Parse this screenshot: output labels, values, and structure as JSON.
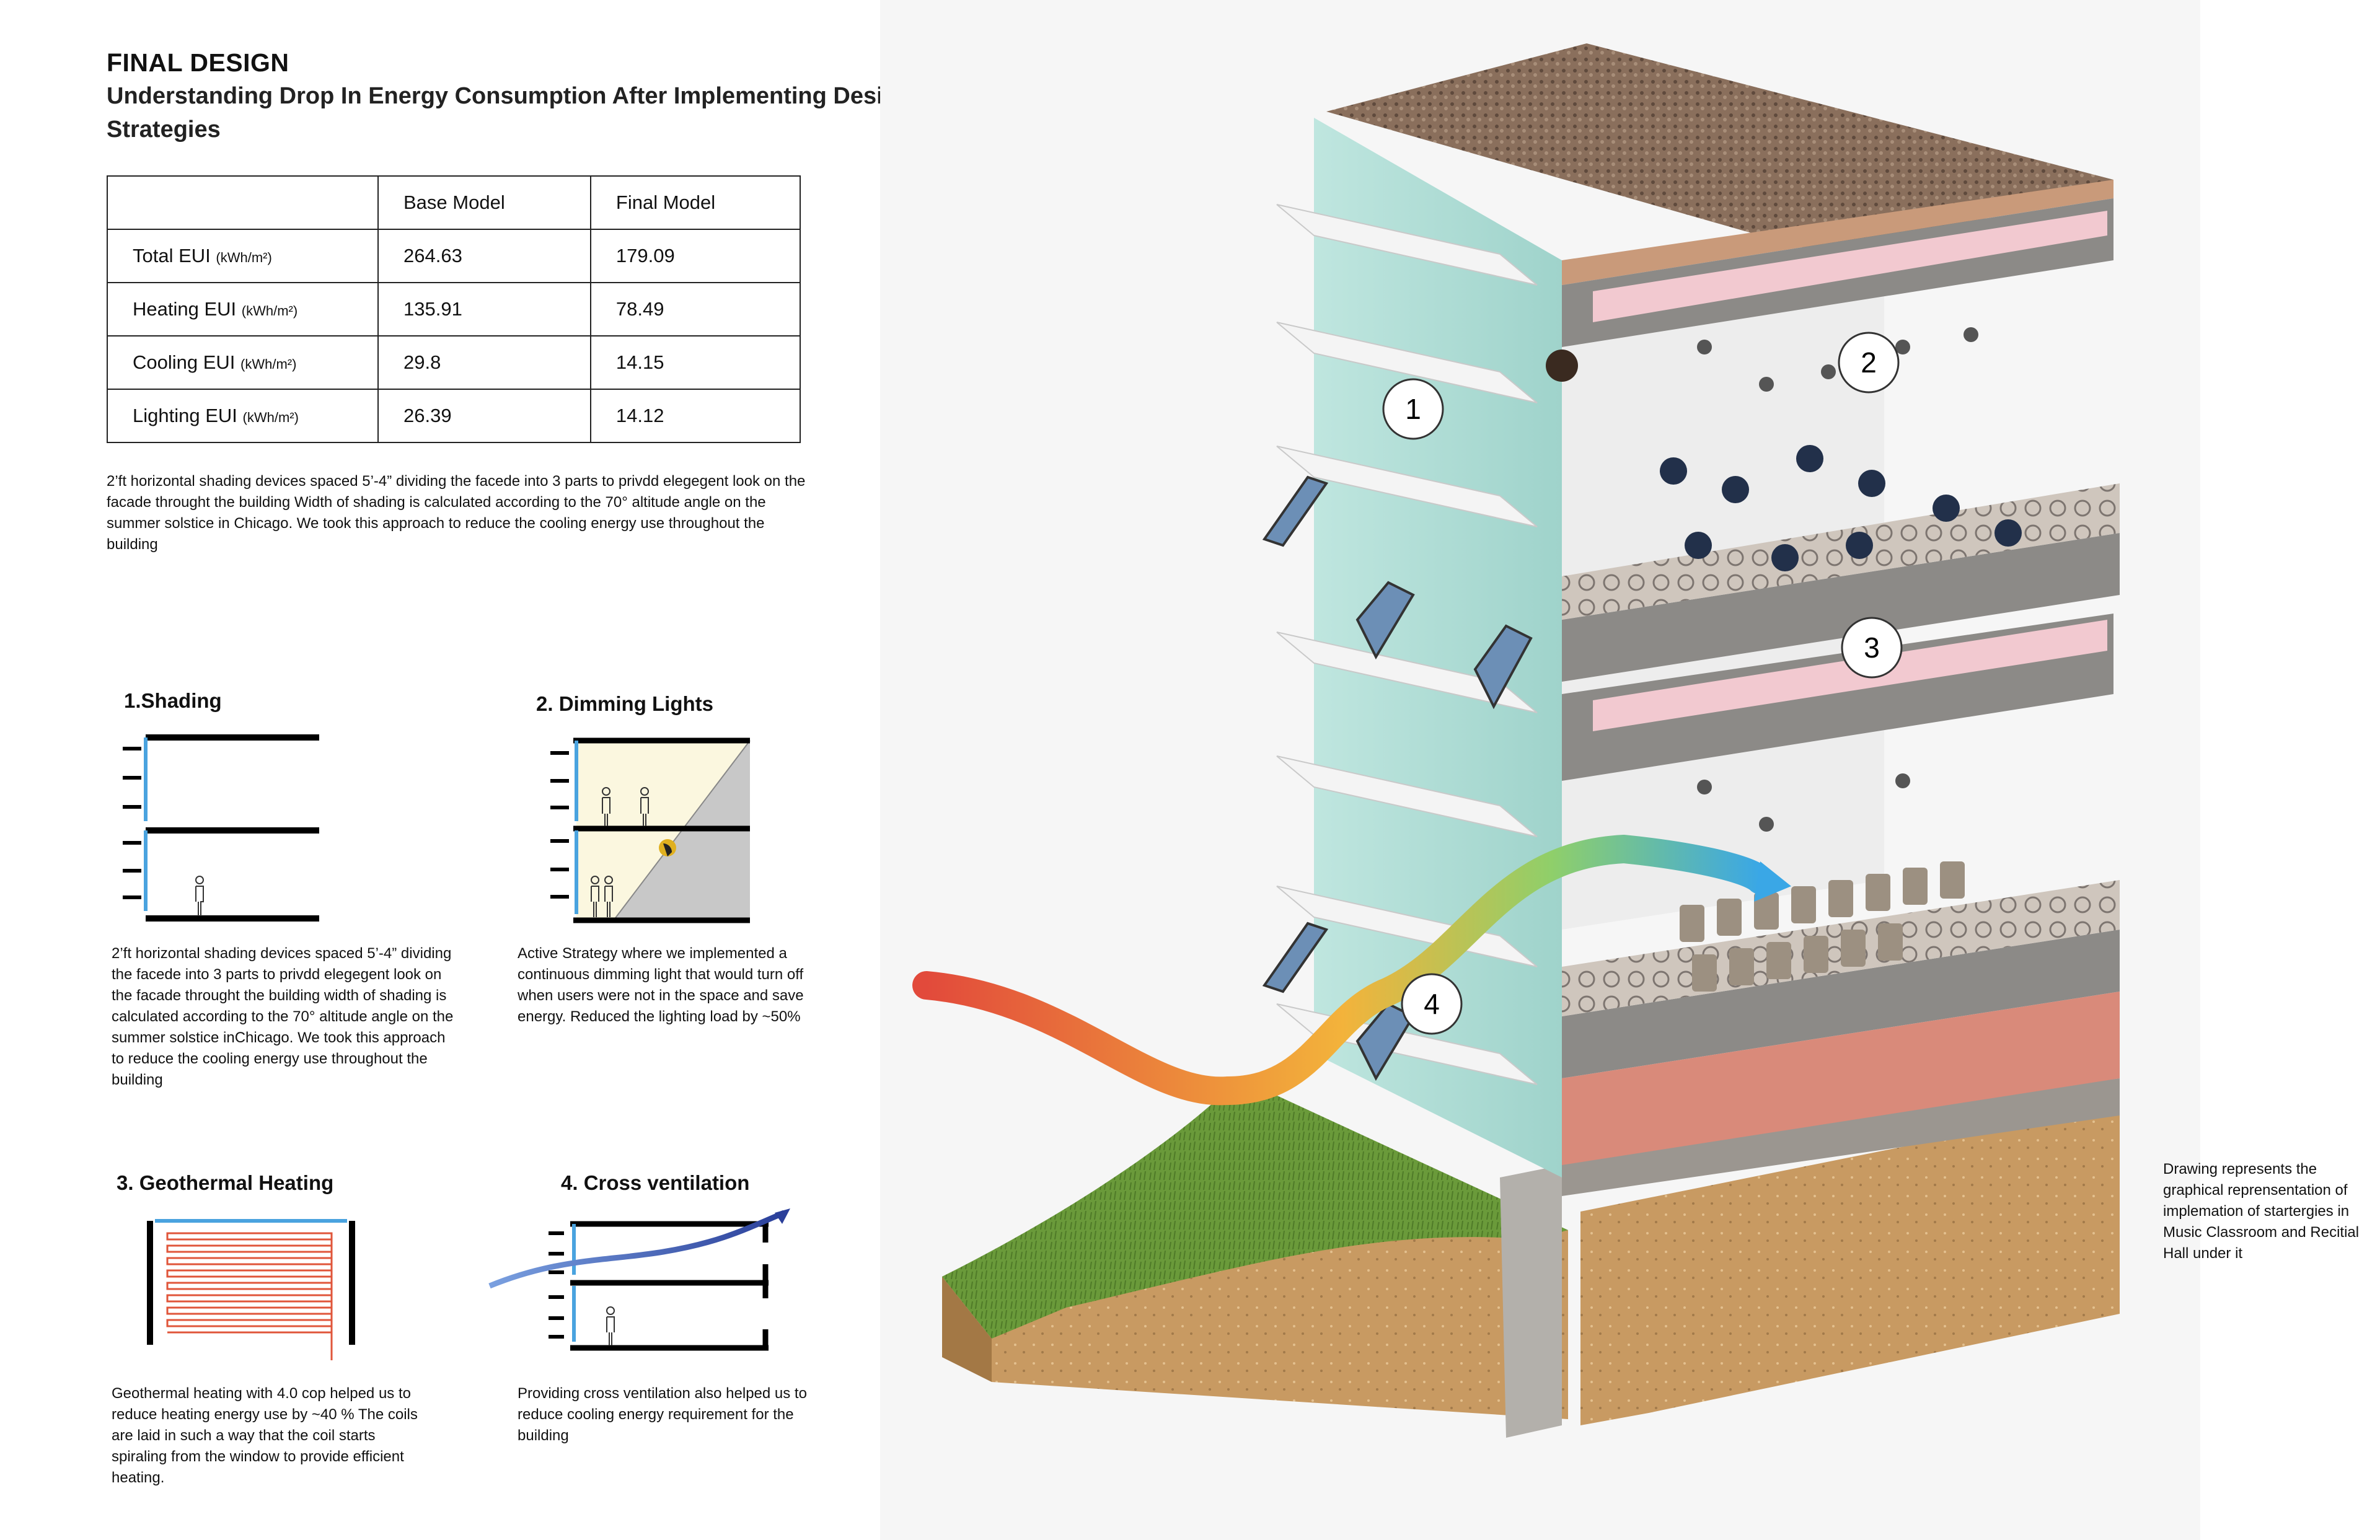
{
  "title": "FINAL DESIGN",
  "subtitle": "Understanding Drop In Energy Consumption After Implementing Design Strategies",
  "table": {
    "headers": [
      "",
      "Base Model",
      "Final Model"
    ],
    "rows": [
      {
        "metric": "Total EUI",
        "unit": "(kWh/m²)",
        "base": "264.63",
        "final": "179.09"
      },
      {
        "metric": "Heating EUI",
        "unit": "(kWh/m²)",
        "base": "135.91",
        "final": "78.49"
      },
      {
        "metric": "Cooling EUI",
        "unit": "(kWh/m²)",
        "base": "29.8",
        "final": "14.15"
      },
      {
        "metric": "Lighting EUI",
        "unit": "(kWh/m²)",
        "base": "26.39",
        "final": "14.12"
      }
    ]
  },
  "intro_paragraph": " 2’ft horizontal shading devices spaced 5’-4” dividing the facede into 3 parts to privdd elegegent look on the facade throught the building Width of shading is  calculated according to the 70° altitude angle on the summer solstice in Chicago. We took this approach to reduce the cooling energy use throughout the building",
  "strategies": [
    {
      "title": "1.Shading",
      "description": " 2’ft horizontal shading devices spaced 5’-4” dividing the facede into 3 parts to privdd elegegent look on the facade throught the building width of shading is  calculated according to the 70° altitude angle on the summer solstice inChicago. We took this approach to reduce the cooling energy use throughout the building"
    },
    {
      "title": "2. Dimming Lights",
      "description": "Active Strategy where we implemented a continuous dimming light that would turn off when users were not in the space and save energy. Reduced the lighting load by ~50%"
    },
    {
      "title": "3. Geothermal Heating",
      "description": "Geothermal heating with 4.0 cop helped us to reduce heating energy use by ~40 % The coils are laid in such a way that the coil starts spiraling from the window to provide efficient heating."
    },
    {
      "title": "4. Cross ventilation",
      "description": "Providing cross ventilation also helped us to reduce cooling energy requirement for the building"
    }
  ],
  "callouts": [
    "1",
    "2",
    "3",
    "4"
  ],
  "side_note": "Drawing represents the graphical reprensentation of implemation of startergies in Music Classroom and Recitial Hall under it",
  "colors": {
    "shading_blue": "#4aa3df",
    "coil_red": "#e0553a",
    "arrow_blue": "#3a55b0",
    "grass": "#6a9a3a",
    "soil": "#c89a62"
  }
}
